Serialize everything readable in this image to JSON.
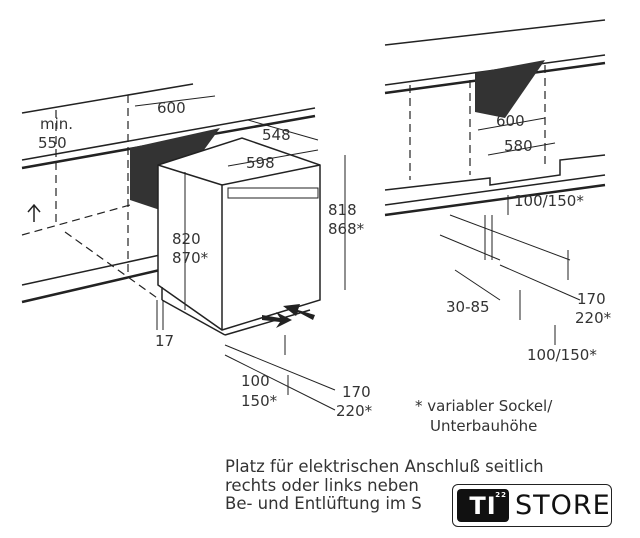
{
  "left_view": {
    "min_label": "min.",
    "min_value": "550",
    "niche_width": "600",
    "depth": "548",
    "width": "598",
    "height_a": "820",
    "height_a_alt": "870*",
    "height_b": "818",
    "height_b_alt": "868*",
    "offset": "17",
    "plinth_a": "100",
    "plinth_a_alt": "150*",
    "plinth_b": "170",
    "plinth_b_alt": "220*"
  },
  "right_view": {
    "niche_width": "600",
    "inner_width": "580",
    "top_gap": "100/150*",
    "range": "30-85",
    "plinth_b": "170",
    "plinth_b_alt": "220*",
    "plinth_a": "100/150*"
  },
  "footnote": {
    "line1": "* variabler Sockel/",
    "line2": "Unterbauhöhe"
  },
  "notes": [
    "Platz für elektrischen Anschluß seitlich",
    "rechts oder links neben",
    "Be- und Entlüftung im S"
  ],
  "logo": {
    "mark": "TI",
    "superscript": "22",
    "text": "STORE"
  }
}
